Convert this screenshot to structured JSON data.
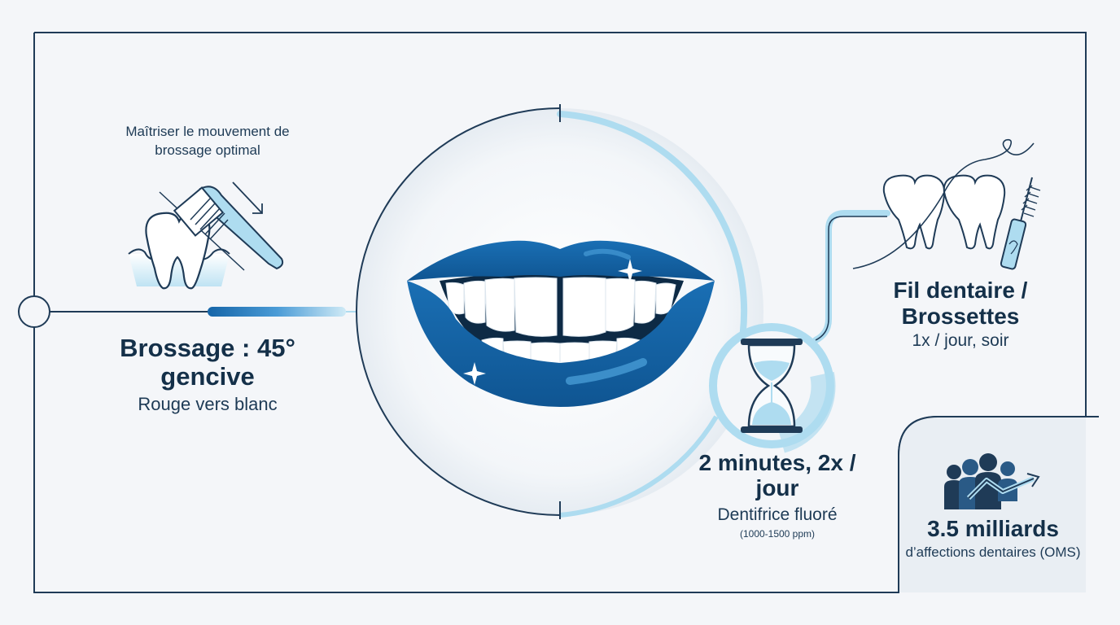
{
  "brushing": {
    "caption": "Maîtriser le mouvement de brossage optimal",
    "title": "Brossage : 45° gencive",
    "subtitle": "Rouge vers blanc"
  },
  "duration": {
    "title": "2 minutes, 2x / jour",
    "subtitle": "Dentifrice fluoré",
    "note": "(1000-1500 ppm)"
  },
  "floss": {
    "title": "Fil dentaire / Brossettes",
    "subtitle": "1x / jour, soir"
  },
  "stat": {
    "value": "3.5 milliards",
    "label": "d’affections dentaires (OMS)"
  },
  "colors": {
    "navy": "#143049",
    "blue": "#1565a8",
    "light_blue": "#aedcf0",
    "background": "#f4f6f9"
  },
  "icons": [
    "toothbrush-icon",
    "tooth-icon",
    "smile-icon",
    "hourglass-icon",
    "floss-icon",
    "interdental-brush-icon",
    "people-icon",
    "growth-arrow-icon"
  ]
}
